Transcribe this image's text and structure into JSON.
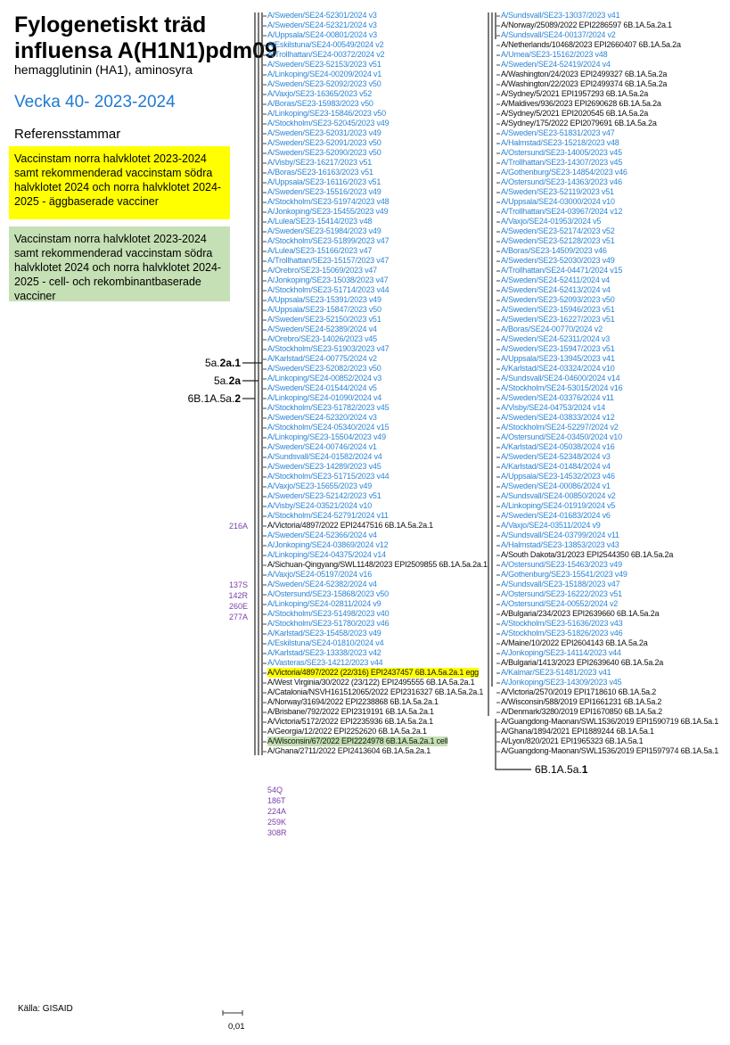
{
  "header": {
    "title_line1": "Fylogenetiskt träd",
    "title_line2": "influensa A(H1N1)pdm09",
    "subtitle": "hemagglutinin (HA1), aminosyra",
    "week": "Vecka 40-  2023-2024",
    "reference_heading": "Referensstammar"
  },
  "legend": {
    "egg": "Vaccinstam norra halvklotet 2023-2024 samt rekommenderad vaccinstam södra halvklotet 2024 och norra halvklotet 2024-2025 - äggbaserade vacciner",
    "cell": "Vaccinstam norra halvklotet 2023-2024 samt rekommenderad vaccinstam södra halvklotet 2024 och norra halvklotet 2024-2025 - cell- och rekombinantbaserade vacciner"
  },
  "colors": {
    "swedish": "#2e86d6",
    "reference": "#111111",
    "egg": "#ffff00",
    "cell": "#c5e0b4",
    "mutation": "#7b3fa8"
  },
  "mutations": {
    "m216": "216A",
    "m137": "137S",
    "m142": "142R",
    "m260": "260E",
    "m277": "277A",
    "m54": "54Q",
    "m186": "186T",
    "m224": "224A",
    "m259": "259K",
    "m308": "308R"
  },
  "clades": {
    "c1_pre": "5a.",
    "c1_bold": "2a.1",
    "c2_pre": "5a.",
    "c2_bold": "2a",
    "c3_pre": "6B.1A.5a.",
    "c3_bold": "2",
    "c4_pre": "6B.1A.5a.",
    "c4_bold": "1"
  },
  "footer": {
    "source": "Källa: GISAID",
    "scale": "0,01"
  },
  "leaves": [
    {
      "t": "A/Sweden/SE24-52301/2024 v3",
      "k": "se"
    },
    {
      "t": "A/Sweden/SE24-52321/2024 v3",
      "k": "se"
    },
    {
      "t": "A/Uppsala/SE24-00801/2024 v3",
      "k": "se"
    },
    {
      "t": "A/Eskilstuna/SE24-00549/2024 v2",
      "k": "se"
    },
    {
      "t": "A/Trollhattan/SE24-00372/2024 v2",
      "k": "se"
    },
    {
      "t": "A/Sweden/SE23-52153/2023 v51",
      "k": "se"
    },
    {
      "t": "A/Linkoping/SE24-00209/2024 v1",
      "k": "se"
    },
    {
      "t": "A/Sweden/SE23-52092/2023 v50",
      "k": "se"
    },
    {
      "t": "A/Vaxjo/SE23-16365/2023 v52",
      "k": "se"
    },
    {
      "t": "A/Boras/SE23-15983/2023 v50",
      "k": "se"
    },
    {
      "t": "A/Linkoping/SE23-15846/2023 v50",
      "k": "se"
    },
    {
      "t": "A/Stockholm/SE23-52045/2023 v49",
      "k": "se"
    },
    {
      "t": "A/Sweden/SE23-52031/2023 v49",
      "k": "se"
    },
    {
      "t": "A/Sweden/SE23-52091/2023 v50",
      "k": "se"
    },
    {
      "t": "A/Sweden/SE23-52090/2023 v50",
      "k": "se"
    },
    {
      "t": "A/Visby/SE23-16217/2023 v51",
      "k": "se"
    },
    {
      "t": "A/Boras/SE23-16163/2023 v51",
      "k": "se"
    },
    {
      "t": "A/Uppsala/SE23-16116/2023 v51",
      "k": "se"
    },
    {
      "t": "A/Sweden/SE23-15516/2023 v49",
      "k": "se"
    },
    {
      "t": "A/Stockholm/SE23-51974/2023 v48",
      "k": "se"
    },
    {
      "t": "A/Jonkoping/SE23-15455/2023 v49",
      "k": "se"
    },
    {
      "t": "A/Lulea/SE23-15414/2023 v48",
      "k": "se"
    },
    {
      "t": "A/Sweden/SE23-51984/2023 v49",
      "k": "se"
    },
    {
      "t": "A/Stockholm/SE23-51899/2023 v47",
      "k": "se"
    },
    {
      "t": "A/Lulea/SE23-15166/2023 v47",
      "k": "se"
    },
    {
      "t": "A/Trollhattan/SE23-15157/2023 v47",
      "k": "se"
    },
    {
      "t": "A/Orebro/SE23-15069/2023 v47",
      "k": "se"
    },
    {
      "t": "A/Jonkoping/SE23-15038/2023 v47",
      "k": "se"
    },
    {
      "t": "A/Stockholm/SE23-51714/2023 v44",
      "k": "se"
    },
    {
      "t": "A/Uppsala/SE23-15391/2023 v49",
      "k": "se"
    },
    {
      "t": "A/Uppsala/SE23-15847/2023 v50",
      "k": "se"
    },
    {
      "t": "A/Sweden/SE23-52150/2023 v51",
      "k": "se"
    },
    {
      "t": "A/Sweden/SE24-52389/2024 v4",
      "k": "se"
    },
    {
      "t": "A/Orebro/SE23-14026/2023 v45",
      "k": "se"
    },
    {
      "t": "A/Stockholm/SE23-51903/2023 v47",
      "k": "se"
    },
    {
      "t": "A/Karlstad/SE24-00775/2024 v2",
      "k": "se"
    },
    {
      "t": "A/Sweden/SE23-52082/2023 v50",
      "k": "se"
    },
    {
      "t": "A/Linkoping/SE24-00852/2024 v3",
      "k": "se"
    },
    {
      "t": "A/Sweden/SE24-01544/2024 v5",
      "k": "se"
    },
    {
      "t": "A/Linkoping/SE24-01090/2024 v4",
      "k": "se"
    },
    {
      "t": "A/Stockholm/SE23-51782/2023 v45",
      "k": "se"
    },
    {
      "t": "A/Sweden/SE24-52320/2024 v3",
      "k": "se"
    },
    {
      "t": "A/Stockholm/SE24-05340/2024 v15",
      "k": "se"
    },
    {
      "t": "A/Linkoping/SE23-15504/2023 v49",
      "k": "se"
    },
    {
      "t": "A/Sweden/SE24-00746/2024 v1",
      "k": "se"
    },
    {
      "t": "A/Sundsvall/SE24-01582/2024 v4",
      "k": "se"
    },
    {
      "t": "A/Sweden/SE23-14289/2023 v45",
      "k": "se"
    },
    {
      "t": "A/Stockholm/SE23-51715/2023 v44",
      "k": "se"
    },
    {
      "t": "A/Vaxjo/SE23-15655/2023 v49",
      "k": "se"
    },
    {
      "t": "A/Sweden/SE23-52142/2023 v51",
      "k": "se"
    },
    {
      "t": "A/Visby/SE24-03521/2024 v10",
      "k": "se"
    },
    {
      "t": "A/Stockholm/SE24-52791/2024 v11",
      "k": "se"
    },
    {
      "t": "A/Victoria/4897/2022 EPI2447516 6B.1A.5a.2a.1",
      "k": "ref"
    },
    {
      "t": "A/Sweden/SE24-52366/2024 v4",
      "k": "se"
    },
    {
      "t": "A/Jonkoping/SE24-03869/2024 v12",
      "k": "se"
    },
    {
      "t": "A/Linkoping/SE24-04375/2024 v14",
      "k": "se"
    },
    {
      "t": "A/Sichuan-Qingyang/SWL1148/2023 EPI2509855 6B.1A.5a.2a.1",
      "k": "ref"
    },
    {
      "t": "A/Vaxjo/SE24-05197/2024 v16",
      "k": "se"
    },
    {
      "t": "A/Sweden/SE24-52382/2024 v4",
      "k": "se"
    },
    {
      "t": "A/Ostersund/SE23-15868/2023 v50",
      "k": "se"
    },
    {
      "t": "A/Linkoping/SE24-02811/2024 v9",
      "k": "se"
    },
    {
      "t": "A/Stockholm/SE23-51498/2023 v40",
      "k": "se"
    },
    {
      "t": "A/Stockholm/SE23-51780/2023 v46",
      "k": "se"
    },
    {
      "t": "A/Karlstad/SE23-15458/2023 v49",
      "k": "se"
    },
    {
      "t": "A/Eskilstuna/SE24-01810/2024 v4",
      "k": "se"
    },
    {
      "t": "A/Karlstad/SE23-13338/2023 v42",
      "k": "se"
    },
    {
      "t": "A/Vasteras/SE23-14212/2023 v44",
      "k": "se"
    },
    {
      "t": "A/Victoria/4897/2022 (22/316) EPI2437457 6B.1A.5a.2a.1 egg",
      "k": "egg"
    },
    {
      "t": "A/West Virginia/30/2022 (23/122) EPI2495555 6B.1A.5a.2a.1",
      "k": "ref"
    },
    {
      "t": "A/Catalonia/NSVH161512065/2022 EPI2316327 6B.1A.5a.2a.1",
      "k": "ref"
    },
    {
      "t": "A/Norway/31694/2022 EPI2238868 6B.1A.5a.2a.1",
      "k": "ref"
    },
    {
      "t": "A/Brisbane/792/2022 EPI2319191 6B.1A.5a.2a.1",
      "k": "ref"
    },
    {
      "t": "A/Victoria/5172/2022 EPI2235936 6B.1A.5a.2a.1",
      "k": "ref"
    },
    {
      "t": "A/Georgia/12/2022 EPI2252620 6B.1A.5a.2a.1",
      "k": "ref"
    },
    {
      "t": "A/Wisconsin/67/2022 EPI2224978 6B.1A.5a.2a.1 cell",
      "k": "cell"
    },
    {
      "t": "A/Ghana/2711/2022 EPI2413604 6B.1A.5a.2a.1",
      "k": "ref"
    },
    {
      "t": "A/Sundsvall/SE23-13037/2023 v41",
      "k": "se"
    },
    {
      "t": "A/Norway/25089/2022 EPI2286597 6B.1A.5a.2a.1",
      "k": "ref"
    },
    {
      "t": "A/Sundsvall/SE24-00137/2024 v2",
      "k": "se"
    },
    {
      "t": "A/Netherlands/10468/2023 EPI2660407 6B.1A.5a.2a",
      "k": "ref"
    },
    {
      "t": "A/Umea/SE23-15162/2023 v48",
      "k": "se"
    },
    {
      "t": "A/Sweden/SE24-52419/2024 v4",
      "k": "se"
    },
    {
      "t": "A/Washington/24/2023 EPI2499327 6B.1A.5a.2a",
      "k": "ref"
    },
    {
      "t": "A/Washington/22/2023 EPI2499374 6B.1A.5a.2a",
      "k": "ref"
    },
    {
      "t": "A/Sydney/5/2021 EPI1957293 6B.1A.5a.2a",
      "k": "ref"
    },
    {
      "t": "A/Maldives/936/2023 EPI2690628 6B.1A.5a.2a",
      "k": "ref"
    },
    {
      "t": "A/Sydney/5/2021 EPI2020545 6B.1A.5a.2a",
      "k": "ref"
    },
    {
      "t": "A/Sydney/175/2022 EPI2079691 6B.1A.5a.2a",
      "k": "ref"
    },
    {
      "t": "A/Sweden/SE23-51831/2023 v47",
      "k": "se"
    },
    {
      "t": "A/Halmstad/SE23-15218/2023 v48",
      "k": "se"
    },
    {
      "t": "A/Ostersund/SE23-14005/2023 v45",
      "k": "se"
    },
    {
      "t": "A/Trollhattan/SE23-14307/2023 v45",
      "k": "se"
    },
    {
      "t": "A/Gothenburg/SE23-14854/2023 v46",
      "k": "se"
    },
    {
      "t": "A/Ostersund/SE23-14363/2023 v46",
      "k": "se"
    },
    {
      "t": "A/Sweden/SE23-52119/2023 v51",
      "k": "se"
    },
    {
      "t": "A/Uppsala/SE24-03000/2024 v10",
      "k": "se"
    },
    {
      "t": "A/Trollhattan/SE24-03967/2024 v12",
      "k": "se"
    },
    {
      "t": "A/Vaxjo/SE24-01953/2024 v5",
      "k": "se"
    },
    {
      "t": "A/Sweden/SE23-52174/2023 v52",
      "k": "se"
    },
    {
      "t": "A/Sweden/SE23-52128/2023 v51",
      "k": "se"
    },
    {
      "t": "A/Boras/SE23-14509/2023 v46",
      "k": "se"
    },
    {
      "t": "A/Sweden/SE23-52030/2023 v49",
      "k": "se"
    },
    {
      "t": "A/Trollhattan/SE24-04471/2024 v15",
      "k": "se"
    },
    {
      "t": "A/Sweden/SE24-52411/2024 v4",
      "k": "se"
    },
    {
      "t": "A/Sweden/SE24-52413/2024 v4",
      "k": "se"
    },
    {
      "t": "A/Sweden/SE23-52093/2023 v50",
      "k": "se"
    },
    {
      "t": "A/Sweden/SE23-15946/2023 v51",
      "k": "se"
    },
    {
      "t": "A/Sweden/SE23-16227/2023 v51",
      "k": "se"
    },
    {
      "t": "A/Boras/SE24-00770/2024 v2",
      "k": "se"
    },
    {
      "t": "A/Sweden/SE24-52311/2024 v3",
      "k": "se"
    },
    {
      "t": "A/Sweden/SE23-15947/2023 v51",
      "k": "se"
    },
    {
      "t": "A/Uppsala/SE23-13945/2023 v41",
      "k": "se"
    },
    {
      "t": "A/Karlstad/SE24-03324/2024 v10",
      "k": "se"
    },
    {
      "t": "A/Sundsvall/SE24-04600/2024 v14",
      "k": "se"
    },
    {
      "t": "A/Stockholm/SE24-53015/2024 v16",
      "k": "se"
    },
    {
      "t": "A/Sweden/SE24-03376/2024 v11",
      "k": "se"
    },
    {
      "t": "A/Visby/SE24-04753/2024 v14",
      "k": "se"
    },
    {
      "t": "A/Sweden/SE24-03833/2024 v12",
      "k": "se"
    },
    {
      "t": "A/Stockholm/SE24-52297/2024 v2",
      "k": "se"
    },
    {
      "t": "A/Ostersund/SE24-03450/2024 v10",
      "k": "se"
    },
    {
      "t": "A/Karlstad/SE24-05038/2024 v16",
      "k": "se"
    },
    {
      "t": "A/Sweden/SE24-52348/2024 v3",
      "k": "se"
    },
    {
      "t": "A/Karlstad/SE24-01484/2024 v4",
      "k": "se"
    },
    {
      "t": "A/Uppsala/SE23-14532/2023 v46",
      "k": "se"
    },
    {
      "t": "A/Sweden/SE24-00086/2024 v1",
      "k": "se"
    },
    {
      "t": "A/Sundsvall/SE24-00850/2024 v2",
      "k": "se"
    },
    {
      "t": "A/Linkoping/SE24-01919/2024 v5",
      "k": "se"
    },
    {
      "t": "A/Sweden/SE24-01683/2024 v6",
      "k": "se"
    },
    {
      "t": "A/Vaxjo/SE24-03511/2024 v9",
      "k": "se"
    },
    {
      "t": "A/Sundsvall/SE24-03799/2024 v11",
      "k": "se"
    },
    {
      "t": "A/Halmstad/SE23-13853/2023 v43",
      "k": "se"
    },
    {
      "t": "A/South Dakota/31/2023 EPI2544350 6B.1A.5a.2a",
      "k": "ref"
    },
    {
      "t": "A/Ostersund/SE23-15463/2023 v49",
      "k": "se"
    },
    {
      "t": "A/Gothenburg/SE23-15541/2023 v49",
      "k": "se"
    },
    {
      "t": "A/Sundsvall/SE23-15188/2023 v47",
      "k": "se"
    },
    {
      "t": "A/Ostersund/SE23-16222/2023 v51",
      "k": "se"
    },
    {
      "t": "A/Ostersund/SE24-00552/2024 v2",
      "k": "se"
    },
    {
      "t": "A/Bulgaria/234/2023 EPI2639660 6B.1A.5a.2a",
      "k": "ref"
    },
    {
      "t": "A/Stockholm/SE23-51636/2023 v43",
      "k": "se"
    },
    {
      "t": "A/Stockholm/SE23-51826/2023 v46",
      "k": "se"
    },
    {
      "t": "A/Maine/10/2022 EPI2604143 6B.1A.5a.2a",
      "k": "ref"
    },
    {
      "t": "A/Jonkoping/SE23-14114/2023 v44",
      "k": "se"
    },
    {
      "t": "A/Bulgaria/1413/2023 EPI2639640 6B.1A.5a.2a",
      "k": "ref"
    },
    {
      "t": "A/Kalmar/SE23-51481/2023 v41",
      "k": "se"
    },
    {
      "t": "A/Jonkoping/SE23-14309/2023 v45",
      "k": "se"
    },
    {
      "t": "A/Victoria/2570/2019 EPI1718610 6B.1A.5a.2",
      "k": "ref"
    },
    {
      "t": "A/Wisconsin/588/2019 EPI1661231 6B.1A.5a.2",
      "k": "ref"
    },
    {
      "t": "A/Denmark/3280/2019 EPI1670850 6B.1A.5a.2",
      "k": "ref"
    },
    {
      "t": "A/Guangdong-Maonan/SWL1536/2019 EPI1590719 6B.1A.5a.1",
      "k": "ref"
    },
    {
      "t": "A/Ghana/1894/2021 EPI1889244 6B.1A.5a.1",
      "k": "ref"
    },
    {
      "t": "A/Lyon/820/2021 EPI1965323 6B.1A.5a.1",
      "k": "ref"
    },
    {
      "t": "A/Guangdong-Maonan/SWL1536/2019 EPI1597974 6B.1A.5a.1",
      "k": "ref"
    }
  ]
}
